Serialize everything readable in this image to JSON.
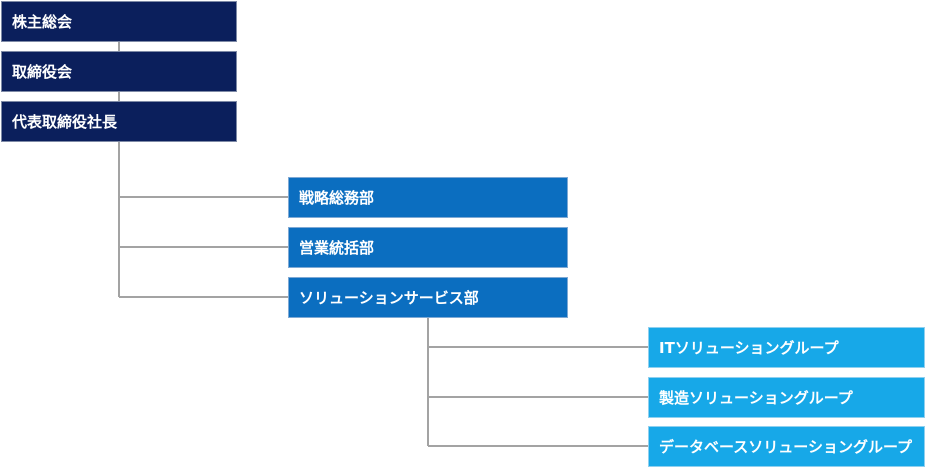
{
  "nodes": {
    "shareholders_meeting": "株主総会",
    "board_of_directors": "取締役会",
    "president": "代表取締役社長",
    "strategy_general_affairs": "戦略総務部",
    "sales_management": "営業統括部",
    "solution_services": "ソリューションサービス部",
    "it_solution_group": "ITソリューショングループ",
    "manufacturing_solution_group": "製造ソリューショングループ",
    "database_solution_group": "データベースソリューショングループ"
  },
  "colors": {
    "level_1": "#0b1f5c",
    "level_2": "#0b6ec0",
    "level_3": "#17a8e8",
    "connector": "#a3a3a3"
  }
}
